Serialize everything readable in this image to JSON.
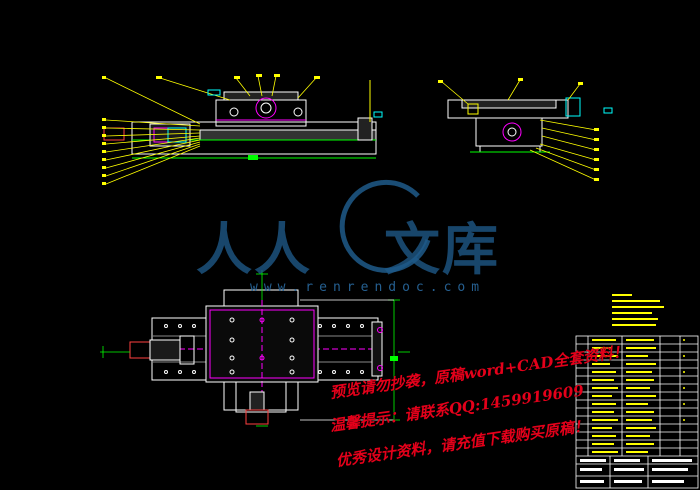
{
  "watermark": {
    "chars_left": "人人",
    "chars_right": "文库",
    "url": "www.renrendoc.com"
  },
  "notices": [
    "预览请勿抄袭，原稿word+CAD全套资料！",
    "温馨提示：请联系QQ:1459919609",
    "优秀设计资料，请充值下载购买原稿！"
  ],
  "colors": {
    "background": "#000000",
    "outline": "#ffffff",
    "leader": "#ffff00",
    "dimension": "#00ff00",
    "hatch": "#ffffff",
    "accent": "#ff00ff",
    "label": "#00ffff",
    "notice": "#e4001a",
    "watermark": "#1f5a8a"
  }
}
